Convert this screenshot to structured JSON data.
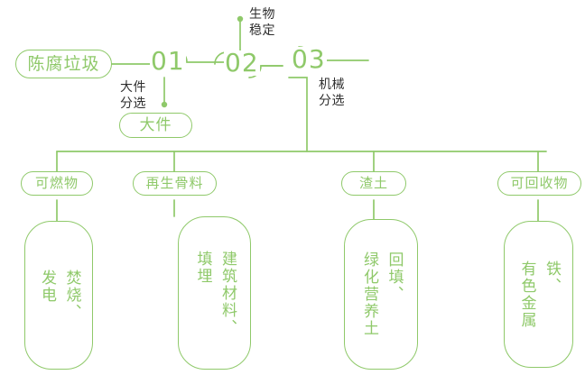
{
  "diagram": {
    "title_hidden": "",
    "accent_color": "#8fc96a",
    "label_color": "#2f2f2f",
    "source": {
      "label": "陈腐垃圾"
    },
    "stages": [
      {
        "number": "01",
        "process_label": "大件\n分选"
      },
      {
        "number": "02",
        "process_label": "生物\n稳定"
      },
      {
        "number": "03",
        "process_label": "机械\n分选"
      }
    ],
    "branch_output": {
      "label": "大件"
    },
    "outputs": [
      {
        "category": "可燃物",
        "uses": "焚烧、\n发电"
      },
      {
        "category": "再生骨料",
        "uses": "建筑材料、\n填埋"
      },
      {
        "category": "渣土",
        "uses": "回填、\n绿化营养土"
      },
      {
        "category": "可回收物",
        "uses": "铁、\n有色金属"
      }
    ]
  }
}
